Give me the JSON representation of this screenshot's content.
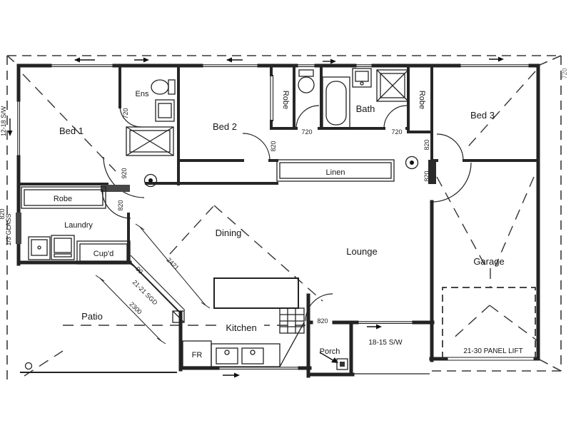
{
  "plan": {
    "title": "house-floor-plan",
    "rooms": {
      "bed1": "Bed 1",
      "bed2": "Bed 2",
      "bed3": "Bed 3",
      "ens": "Ens",
      "bath": "Bath",
      "robe": "Robe",
      "linen": "Linen",
      "laundry": "Laundry",
      "cupboard": "Cup'd",
      "dining": "Dining",
      "lounge": "Lounge",
      "kitchen": "Kitchen",
      "patio": "Patio",
      "porch": "Porch",
      "garage": "Garage",
      "fridge": "FR"
    },
    "dims": {
      "d720": "720",
      "d820": "820",
      "d920": "920",
      "d90": "90",
      "d2421": "2421",
      "d2300": "2300",
      "sgd": "21-21 SGD",
      "lounge_window": "18-15 S/W",
      "left_window": "12-18 S/W",
      "glass": "1/3 GLASS",
      "garage_door": "21-30 PANEL LIFT",
      "right_edge": "720"
    }
  }
}
